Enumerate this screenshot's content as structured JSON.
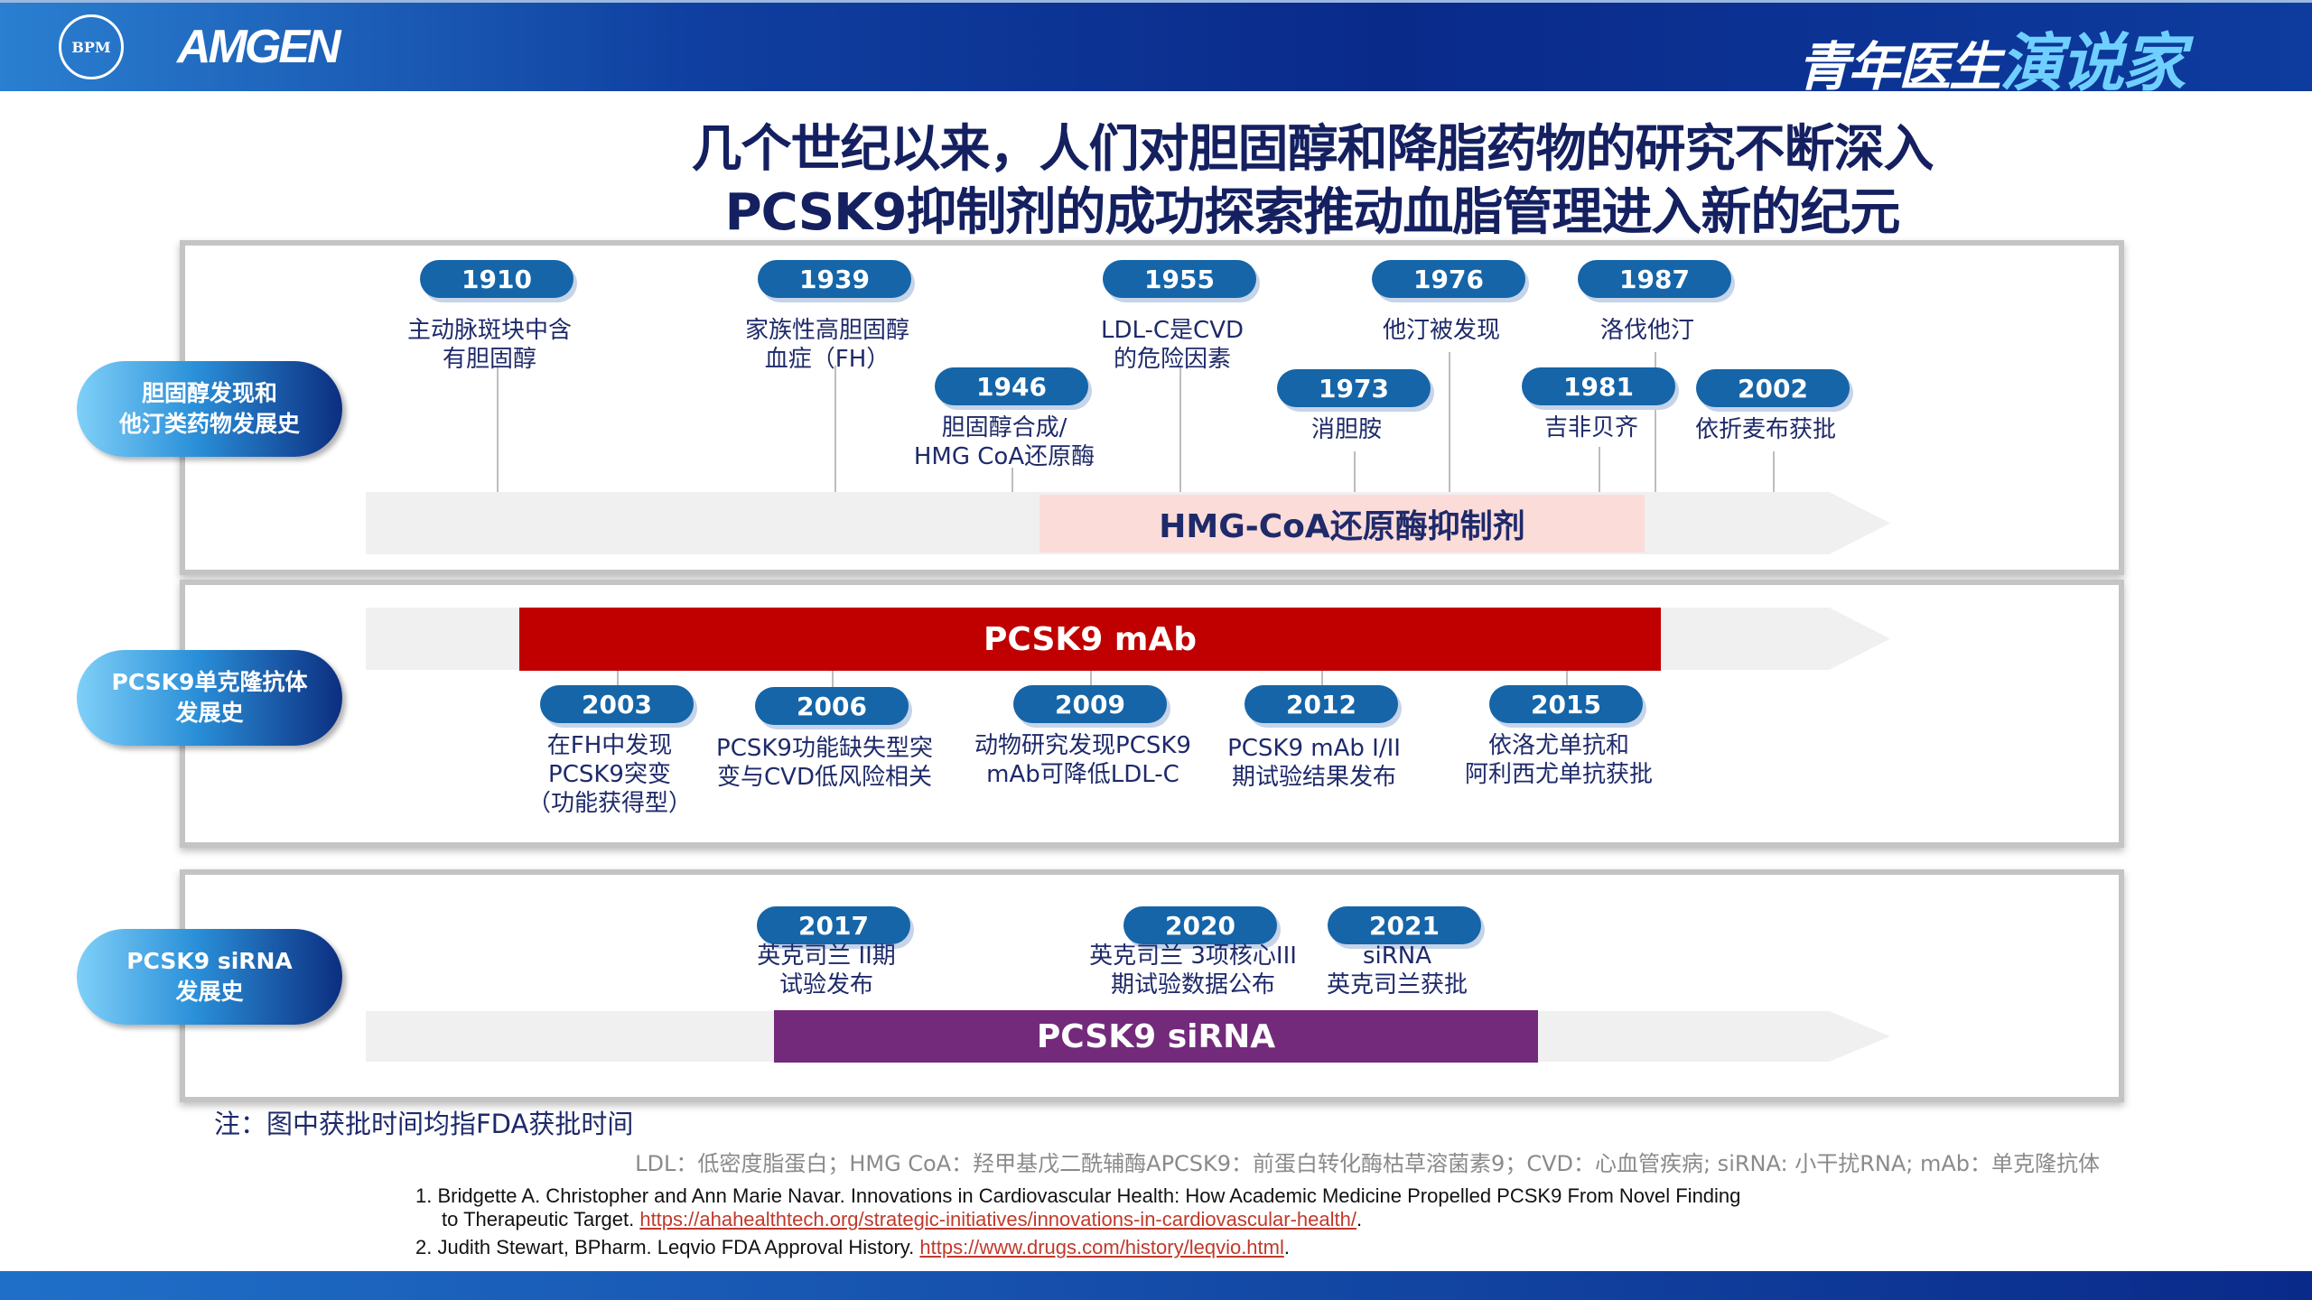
{
  "header": {
    "bpm_logo": "BPM",
    "amgen_logo": "AMGEN",
    "brand_part1": "青年医生",
    "brand_part2": "演说家"
  },
  "title": {
    "line1": "几个世纪以来，人们对胆固醇和降脂药物的研究不断深入",
    "line2": "PCSK9抑制剂的成功探索推动血脂管理进入新的纪元"
  },
  "sections": [
    {
      "label_line1": "胆固醇发现和",
      "label_line2": "他汀类药物发展史",
      "bar_label": "HMG-CoA还原酶抑制剂",
      "bar_color": "#fcdcd8",
      "events": [
        {
          "year": "1910",
          "text1": "主动脉斑块中含",
          "text2": "有胆固醇"
        },
        {
          "year": "1939",
          "text1": "家族性高胆固醇",
          "text2": "血症（FH）"
        },
        {
          "year": "1946",
          "text1": "胆固醇合成/",
          "text2": "HMG CoA还原酶"
        },
        {
          "year": "1955",
          "text1": "LDL-C是CVD",
          "text2": "的危险因素"
        },
        {
          "year": "1973",
          "text1": "消胆胺"
        },
        {
          "year": "1976",
          "text1": "他汀被发现"
        },
        {
          "year": "1981",
          "text1": "吉非贝齐"
        },
        {
          "year": "1987",
          "text1": "洛伐他汀"
        },
        {
          "year": "2002",
          "text1": "依折麦布获批"
        }
      ]
    },
    {
      "label_line1": "PCSK9单克隆抗体",
      "label_line2": "发展史",
      "bar_label": "PCSK9 mAb",
      "bar_color": "#c00000",
      "events": [
        {
          "year": "2003",
          "text1": "在FH中发现",
          "text2": "PCSK9突变",
          "text3": "（功能获得型）"
        },
        {
          "year": "2006",
          "text1": "PCSK9功能缺失型突",
          "text2": "变与CVD低风险相关"
        },
        {
          "year": "2009",
          "text1": "动物研究发现PCSK9",
          "text2": "mAb可降低LDL-C"
        },
        {
          "year": "2012",
          "text1": "PCSK9 mAb I/II",
          "text2": "期试验结果发布"
        },
        {
          "year": "2015",
          "text1": "依洛尤单抗和",
          "text2": "阿利西尤单抗获批"
        }
      ]
    },
    {
      "label_line1": "PCSK9 siRNA",
      "label_line2": "发展史",
      "bar_label": "PCSK9 siRNA",
      "bar_color": "#732a7a",
      "events": [
        {
          "year": "2017",
          "text1": "英克司兰 II期",
          "text2": "试验发布"
        },
        {
          "year": "2020",
          "text1": "英克司兰 3项核心III",
          "text2": "期试验数据公布"
        },
        {
          "year": "2021",
          "text1": "siRNA",
          "text2": "英克司兰获批"
        }
      ]
    }
  ],
  "footer": {
    "note": "注：图中获批时间均指FDA获批时间",
    "abbreviations": "LDL：低密度脂蛋白；HMG CoA：羟甲基戊二酰辅酶APCSK9：前蛋白转化酶枯草溶菌素9；CVD：心血管疾病; siRNA: 小干扰RNA; mAb：单克隆抗体",
    "refs": [
      {
        "text_a": "1. Bridgette A. Christopher and Ann Marie Navar. Innovations in Cardiovascular Health: How Academic Medicine Propelled PCSK9 From Novel Finding",
        "text_b": "to Therapeutic Target. ",
        "url": "https://ahahealthtech.org/strategic-initiatives/innovations-in-cardiovascular-health/"
      },
      {
        "text_a": "2. Judith Stewart, BPharm. Leqvio FDA Approval History. ",
        "url": "https://www.drugs.com/history/leqvio.html"
      }
    ]
  }
}
